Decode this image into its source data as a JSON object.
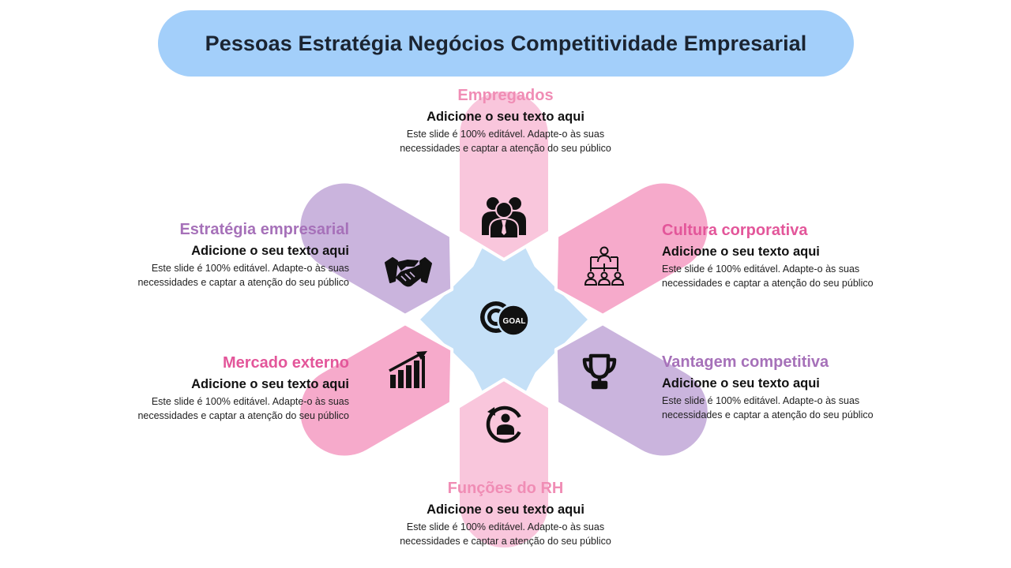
{
  "title": "Pessoas Estratégia Negócios Competitividade Empresarial",
  "center": {
    "badge_text": "GOAL"
  },
  "colors": {
    "banner": "#a3cffa",
    "star": "#c5e0f7",
    "pink_light": "#f9c6dc",
    "pink": "#f6aacb",
    "lavender": "#cab4dd",
    "heading_pink": "#f08db5",
    "heading_magenta": "#e3569a",
    "heading_purple": "#a671b9"
  },
  "sections": {
    "empregados": {
      "heading": "Empregados",
      "subheading": "Adicione o seu texto aqui",
      "body_line1": "Este slide é 100% editável. Adapte-o às suas",
      "body_line2": "necessidades e captar a atenção do seu público",
      "icon": "business-team-icon"
    },
    "cultura": {
      "heading": "Cultura corporativa",
      "subheading": "Adicione o seu texto aqui",
      "body_line1": "Este slide é 100% editável. Adapte-o às suas",
      "body_line2": "necessidades e captar a atenção do seu público",
      "icon": "org-chart-icon"
    },
    "vantagem": {
      "heading": "Vantagem competitiva",
      "subheading": "Adicione o seu texto aqui",
      "body_line1": "Este slide é 100% editável. Adapte-o às suas",
      "body_line2": "necessidades e captar a atenção do seu público",
      "icon": "trophy-icon"
    },
    "funcoes": {
      "heading": "Funções do RH",
      "subheading": "Adicione o seu texto aqui",
      "body_line1": "Este slide é 100% editável. Adapte-o às suas",
      "body_line2": "necessidades e captar a atenção do seu público",
      "icon": "hr-cycle-icon"
    },
    "mercado": {
      "heading": "Mercado externo",
      "subheading": "Adicione o seu texto aqui",
      "body_line1": "Este slide é 100% editável. Adapte-o às suas",
      "body_line2": "necessidades e captar a atenção do seu público",
      "icon": "growth-chart-icon"
    },
    "estrategia": {
      "heading": "Estratégia empresarial",
      "subheading": "Adicione o seu texto aqui",
      "body_line1": "Este slide é 100% editável. Adapte-o às suas",
      "body_line2": "necessidades e captar a atenção do seu público",
      "icon": "handshake-icon"
    }
  }
}
